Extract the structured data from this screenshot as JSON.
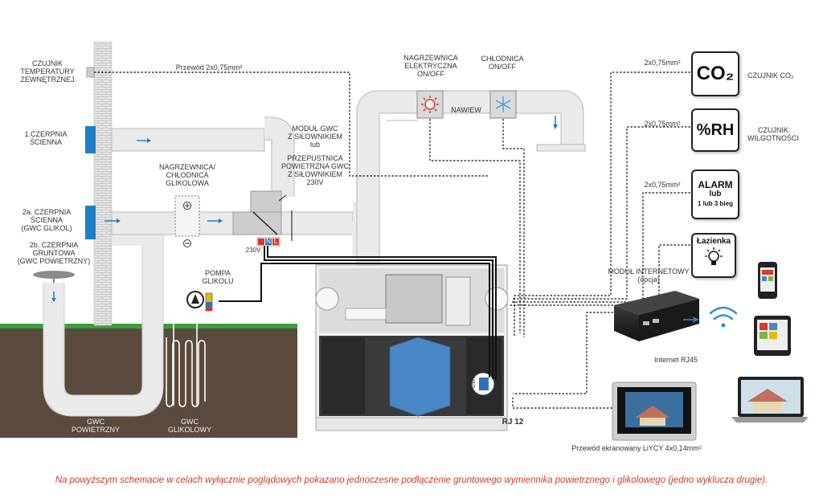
{
  "colors": {
    "duct": "#eaeaea",
    "ductEdge": "#b9b9b9",
    "brick": "#e6e6e6",
    "ground": "#5b4a3e",
    "grass": "#3c9d3c",
    "intake": "#1f7fc4",
    "heatExchanger": "#4a87c7",
    "note": "#d23a2b",
    "cableRed": "#d83a2a",
    "cableBlue": "#2f6fc1"
  },
  "labels": {
    "outdoor_sensor": "CZUJNIK\nTEMPERATURY\nZEWNĘTRZNEJ",
    "wire_top": "Przewód 2x0,75mm²",
    "intake_1": "1.CZERPNIA\nŚCIENNA",
    "intake_2a": "2a. CZERPNIA\nŚCIENNA\n(GWC GLIKOL)",
    "intake_2b": "2b. CZERPNIA\nGRUNTOWA\n(GWC POWIETRZNY)",
    "glycol_coil": "NAGRZEWNICA/\nCHŁODNICA\nGLIKOLOWA",
    "gwc_module": "MODUŁ GWC\nZ SIŁOWNIKIEM\nlub",
    "gwc_damper": "PRZEPUSTNICA\nPOWIETRZNA GWC\nZ SIŁOWNIKIEM\n230V",
    "pump": "POMPA\nGLIKOLU",
    "v230_left": "230V",
    "heater": "NAGRZEWNICA\nELEKTRYCZNA\nON/OFF",
    "cooler": "CHŁODNICA\nON/OFF",
    "supply": "NAWIEW",
    "gwc_air": "GWC\nPOWIETRZNY",
    "gwc_glycol": "GWC\nGLIKOLOWY",
    "rj12": "RJ 12",
    "gwc_tag": "GWC",
    "v230_unit": "230V",
    "shielded_cable": "Przewód ekranowany LiYCY 4x0,14mm²",
    "internet_module": "MODUŁ INTERNETOWY\n(opcja)",
    "internet_rj45": "Internet RJ45",
    "wire_co2": "2x0,75mm²",
    "wire_rh": "2x0,75mm²",
    "wire_alarm": "2x0,75mm²",
    "co2_sensor": "CZUJNIK CO₂",
    "rh_sensor": "Czujnik\nwilgotności",
    "plug_L": "L",
    "plug_N": "N"
  },
  "sensors": {
    "co2": "CO₂",
    "rh": "%RH",
    "alarm_title": "ALARM",
    "alarm_lub": "lub",
    "alarm_sub": "1 lub 3 bieg",
    "bath": "Łazienka"
  },
  "footnote": "Na powyższym schemacie w celach wyłącznie poglądowych pokazano jednoczesne podłączenie gruntowego wymiennika powietrznego i glikolowego (jedno wyklucza drugie)."
}
